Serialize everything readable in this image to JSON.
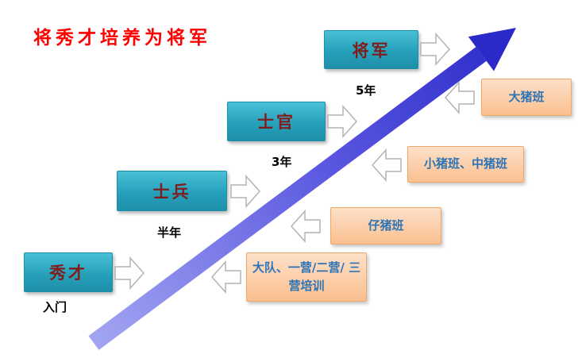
{
  "title": "将秀才培养为将军",
  "stages": [
    {
      "label": "秀才",
      "milestone": "入门"
    },
    {
      "label": "士兵",
      "milestone": "半年"
    },
    {
      "label": "士官",
      "milestone": "3年"
    },
    {
      "label": "将军",
      "milestone": "5年"
    }
  ],
  "programs": [
    {
      "label": "大队、一营/二营/ 三营培训"
    },
    {
      "label": "仔猪班"
    },
    {
      "label": "小猪班、中猪班"
    },
    {
      "label": "大猪班"
    }
  ],
  "icons": {
    "right_arrow": "block-arrow-right",
    "left_arrow": "block-arrow-left",
    "growth_arrow": "diagonal-growth-arrow"
  },
  "colors": {
    "title_text": "#FF0000",
    "stage_box": "#27A0BA",
    "stage_text": "#7F1D1D",
    "program_box": "#FAC090",
    "program_border": "#EFA868",
    "program_text": "#2E74B5",
    "growth_arrow_start": "#9FA1F0",
    "growth_arrow_end": "#2B29C8",
    "block_arrow_fill": "#FFFFFF",
    "block_arrow_stroke": "#B3B3B3"
  }
}
